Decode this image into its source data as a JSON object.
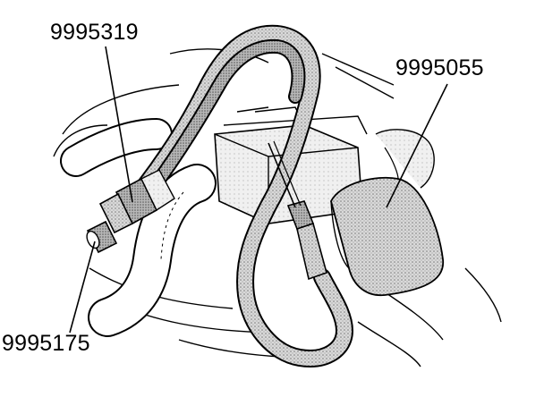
{
  "labels": {
    "tool_top": "9995319",
    "tool_right": "9995055",
    "tool_bottom": "9995175"
  },
  "colors": {
    "ink": "#000000",
    "hose_shade": "#bdbdbd",
    "block_shade": "#d6d6d6",
    "light_shade": "#ececec"
  }
}
